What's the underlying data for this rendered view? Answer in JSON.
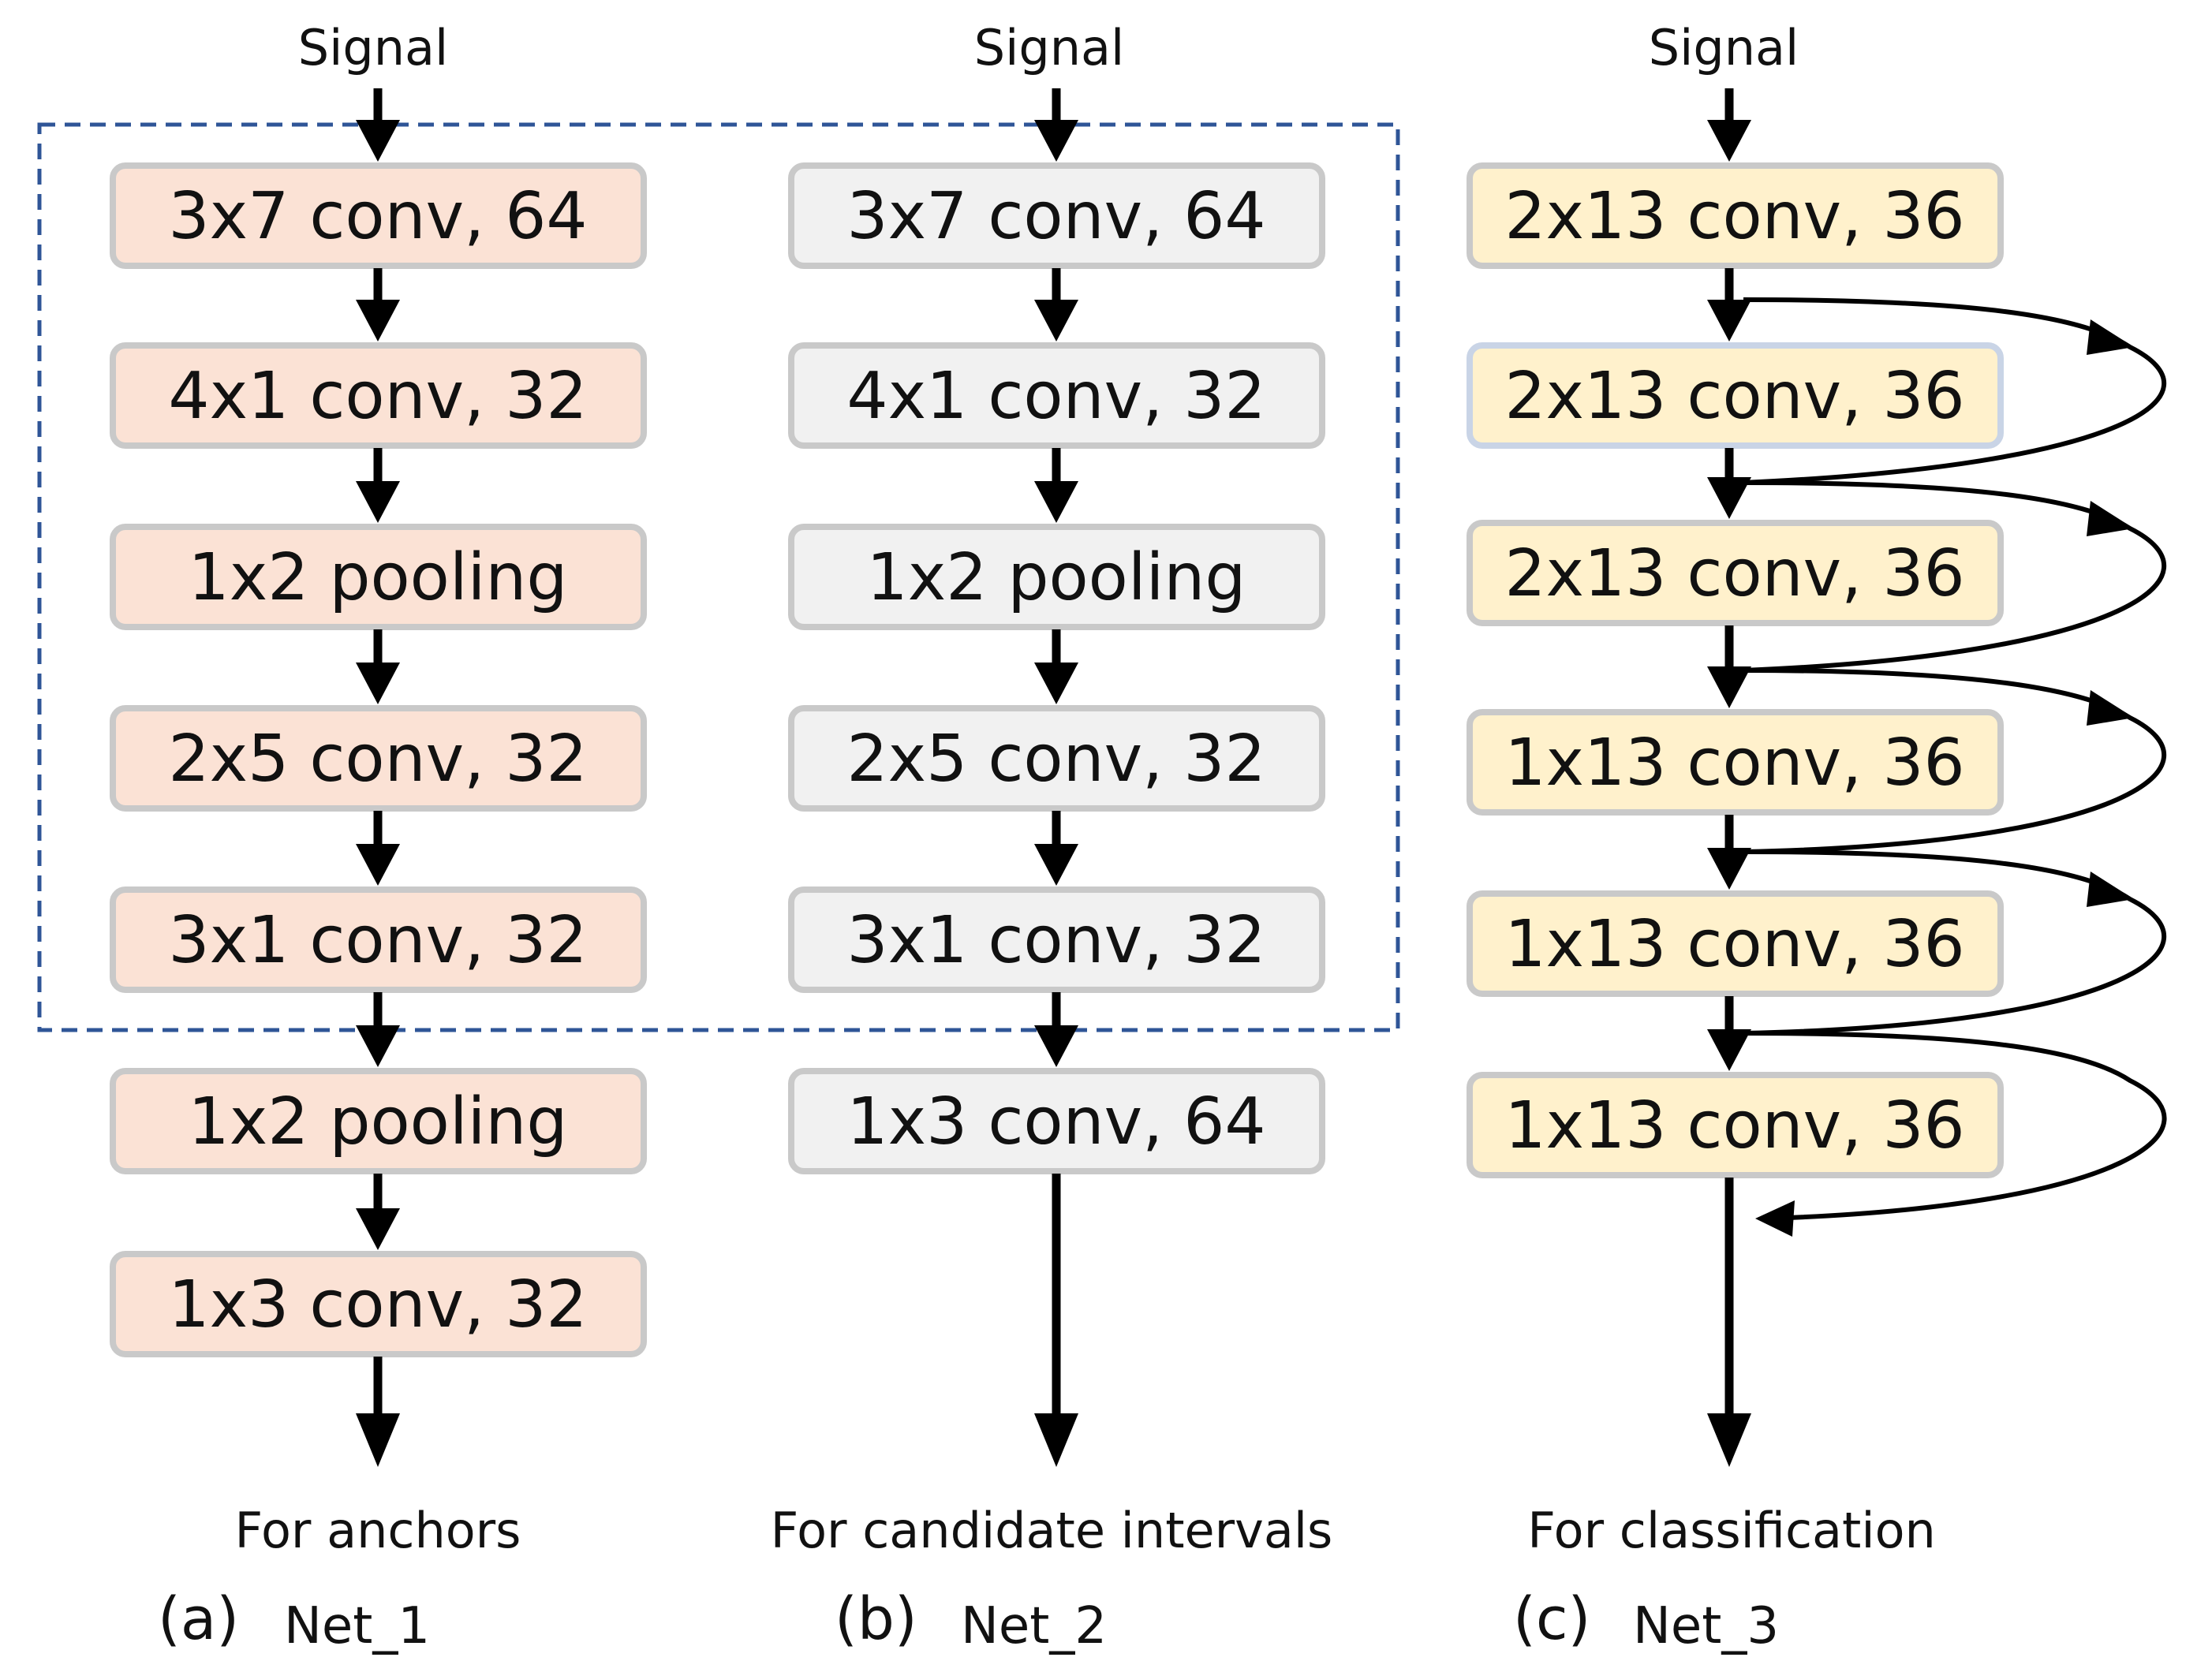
{
  "colors": {
    "net1_fill": "#fbe2d5",
    "net2_fill": "#f1f1f1",
    "net3_fill": "#fff1cc",
    "box_stroke": "#c9c9c9",
    "arrow": "#000000",
    "dashed_frame": "#2f5597"
  },
  "nets": [
    {
      "input_label": "Signal",
      "layers": [
        "3x7 conv, 64",
        "4x1 conv, 32",
        "1x2 pooling",
        "2x5 conv, 32",
        "3x1 conv, 32",
        "1x2 pooling",
        "1x3 conv, 32"
      ],
      "output_label": "For anchors",
      "caption_letter": "(a)",
      "caption_name": "Net_1"
    },
    {
      "input_label": "Signal",
      "layers": [
        "3x7 conv, 64",
        "4x1 conv, 32",
        "1x2 pooling",
        "2x5 conv, 32",
        "3x1 conv, 32",
        "1x3 conv, 64"
      ],
      "output_label": "For candidate intervals",
      "caption_letter": "(b)",
      "caption_name": "Net_2"
    },
    {
      "input_label": "Signal",
      "layers": [
        "2x13 conv, 36",
        "2x13 conv, 36",
        "2x13 conv, 36",
        "1x13 conv, 36",
        "1x13 conv, 36",
        "1x13 conv, 36"
      ],
      "first_layer_marker": "*",
      "output_label": "For classification",
      "caption_letter": "(c)",
      "caption_name": "Net_3"
    }
  ]
}
